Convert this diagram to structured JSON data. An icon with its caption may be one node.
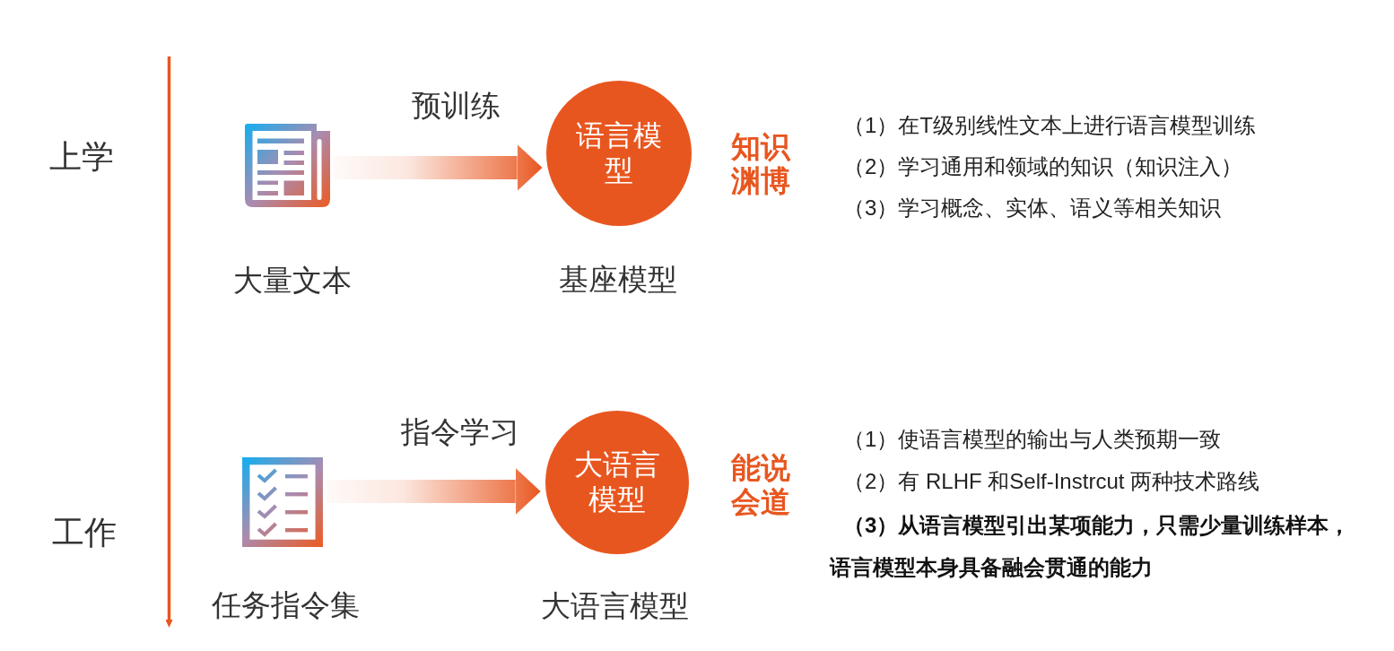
{
  "diagram": {
    "nodes": [
      {
        "text": [],
        "shape": "picture",
        "beside": [
          "大量文本"
        ]
      },
      {
        "text": [
          "语言模型"
        ],
        "beside": [
          "基座模型"
        ]
      },
      {
        "text": [],
        "shape": "picture",
        "beside": [
          "任务指令集"
        ]
      },
      {
        "text": [
          "大语言模型"
        ],
        "beside": [
          "大语言模型"
        ]
      }
    ],
    "edges": [
      {
        "from": 0,
        "to": 1,
        "arrow": "to",
        "label": "预训练"
      },
      {
        "from": 2,
        "to": 3,
        "arrow": "to",
        "label": "指令学习"
      }
    ],
    "labels": [
      "上学",
      "知识渊博",
      "（1）在T级别线性文本上进行语言模型训练",
      "（2）学习通用和领域的知识（知识注入）",
      "（3）学习概念、实体、语义等相关知识",
      "工作",
      "能说会道",
      "（1）使语言模型的输出与人类预期一致",
      "（2）有 RLHF 和Self-Instrcut 两种技术路线",
      "（3）从语言模型引出某项能力，只需少量训练样本，语言模型本身具备融会贯通的能力"
    ]
  }
}
